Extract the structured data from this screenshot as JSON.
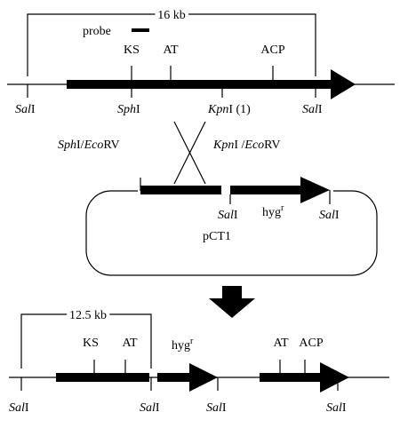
{
  "colors": {
    "ink": "#000000",
    "background": "#ffffff"
  },
  "top": {
    "size_label": "16 kb",
    "probe_label": "probe",
    "gene_labels": [
      "KS",
      "AT",
      "ACP"
    ],
    "sites": [
      {
        "italic": "Sal",
        "roman": "I"
      },
      {
        "italic": "Sph",
        "roman": "I"
      },
      {
        "italic": "Kpn",
        "roman": "I (1)"
      },
      {
        "italic": "Sal",
        "roman": "I"
      }
    ]
  },
  "crossover": {
    "left_italic_a": "Sph",
    "left_roman_a": "I/",
    "left_italic_b": "Eco",
    "left_roman_b": "RV",
    "right_italic_a": "Kpn",
    "right_roman_a": "I /",
    "right_italic_b": "Eco",
    "right_roman_b": "RV"
  },
  "plasmid": {
    "name": "pCT1",
    "marker_base": "hyg",
    "marker_sup": "r",
    "sites": [
      {
        "italic": "Sal",
        "roman": "I"
      },
      {
        "italic": "Sal",
        "roman": "I"
      }
    ]
  },
  "bottom": {
    "size_label": "12.5 kb",
    "gene_labels": [
      "KS",
      "AT",
      "AT",
      "ACP"
    ],
    "marker_base": "hyg",
    "marker_sup": "r",
    "sites": [
      {
        "italic": "Sal",
        "roman": "I"
      },
      {
        "italic": "Sal",
        "roman": "I"
      },
      {
        "italic": "Sal",
        "roman": "I"
      },
      {
        "italic": "Sal",
        "roman": "I"
      }
    ]
  }
}
